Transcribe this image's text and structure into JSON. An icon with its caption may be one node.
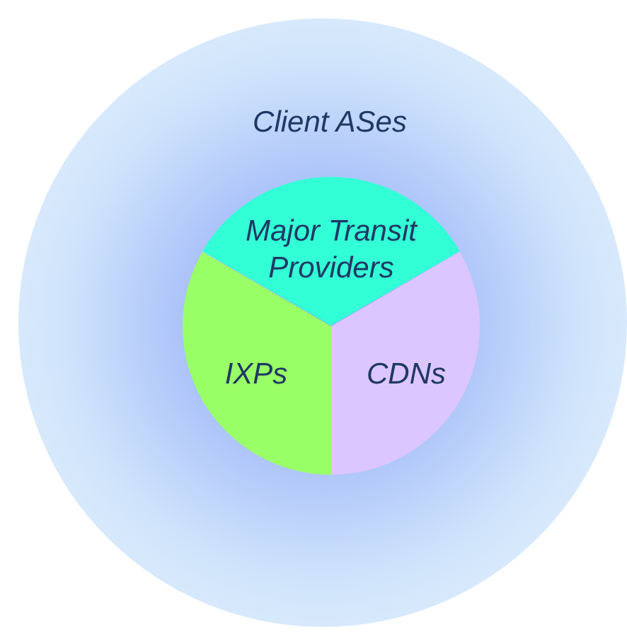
{
  "diagram": {
    "nodes": [
      {
        "text": [
          "Client ASes"
        ]
      },
      {
        "text": [
          "Major Transit Providers"
        ],
        "in": 0
      },
      {
        "text": [
          "IXPs"
        ],
        "in": 0
      },
      {
        "text": [
          "CDNs"
        ],
        "in": 0
      }
    ]
  }
}
